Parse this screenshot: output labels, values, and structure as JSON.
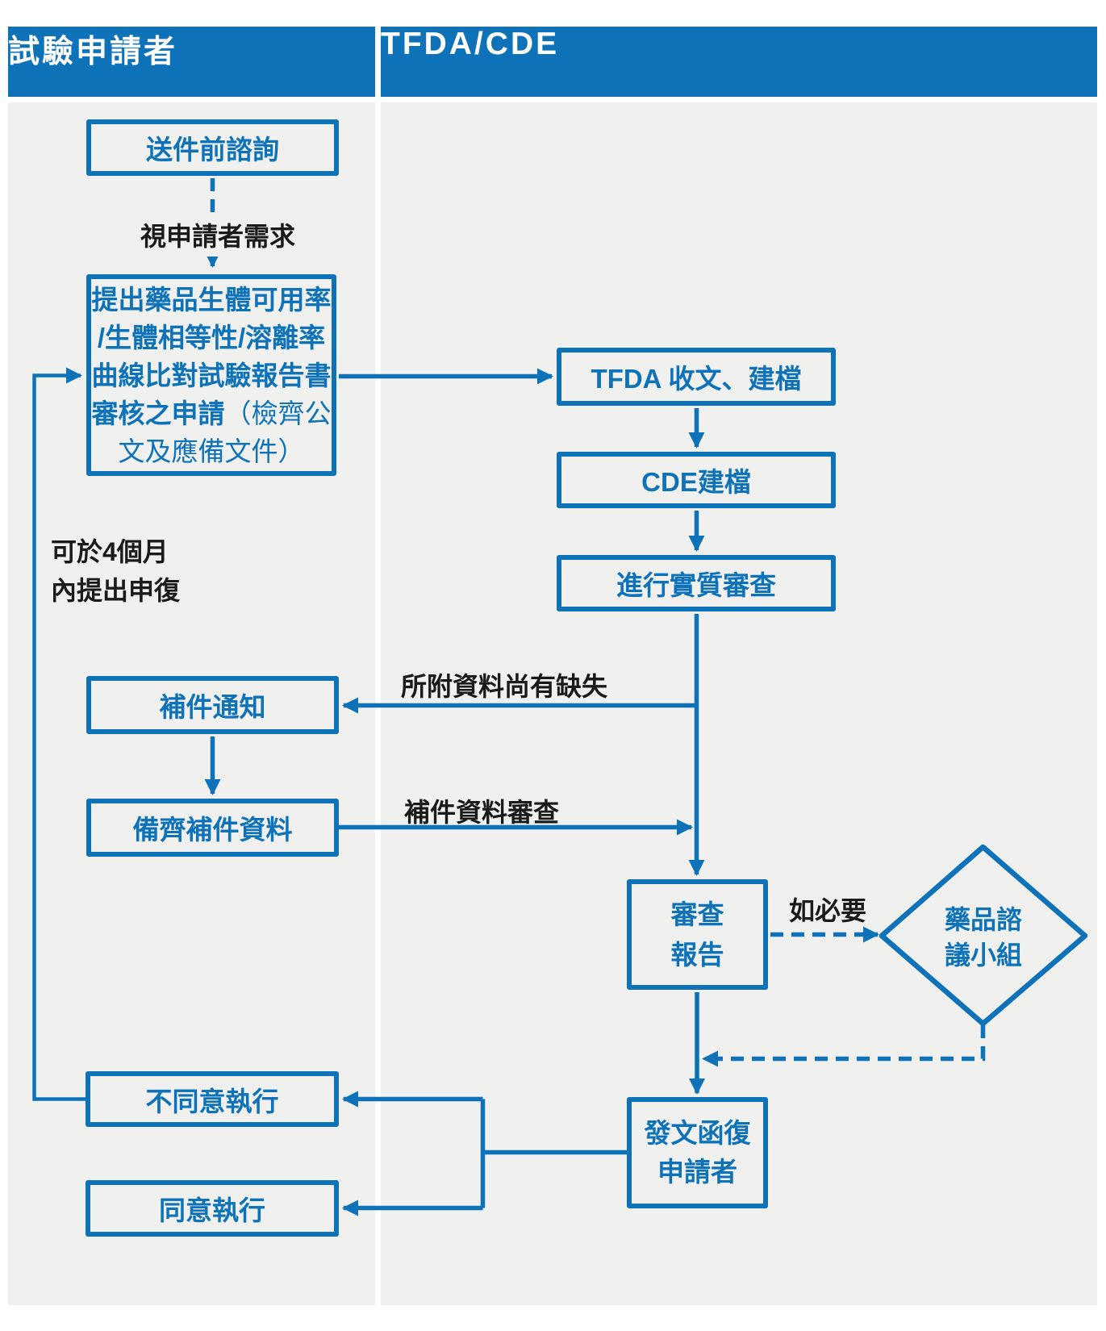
{
  "lanes": {
    "left": {
      "header": "試驗申請者"
    },
    "right": {
      "header": "TFDA/CDE"
    }
  },
  "nodes": {
    "presubmission": "送件前諮詢",
    "application": {
      "line1": "提出藥品生體可用率",
      "line2": "/生體相等性/溶離率",
      "line3": "曲線比對試驗報告書",
      "line4_bold": "審核之申請",
      "line4_light": "（檢齊公",
      "line5": "文及應備文件）"
    },
    "supplement_notice": "補件通知",
    "supplement_ready": "備齊補件資料",
    "disagree": "不同意執行",
    "agree": "同意執行",
    "tfda_receive": "TFDA 收文、建檔",
    "cde_file": "CDE建檔",
    "substantive_review": "進行實質審查",
    "review_report": {
      "line1": "審查",
      "line2": "報告"
    },
    "reply_letter": {
      "line1": "發文函復",
      "line2": "申請者"
    },
    "advisory_panel": {
      "line1": "藥品諮",
      "line2": "議小組"
    }
  },
  "labels": {
    "per_applicant_need": "視申請者需求",
    "appeal_note_line1": "可於4個月",
    "appeal_note_line2": "內提出申復",
    "missing_docs": "所附資料尚有缺失",
    "supplement_review": "補件資料審查",
    "if_necessary": "如必要"
  },
  "colors": {
    "blue": "#0e72b9",
    "lane_bg": "#f0f0ef",
    "text_black": "#1a1a1a"
  }
}
